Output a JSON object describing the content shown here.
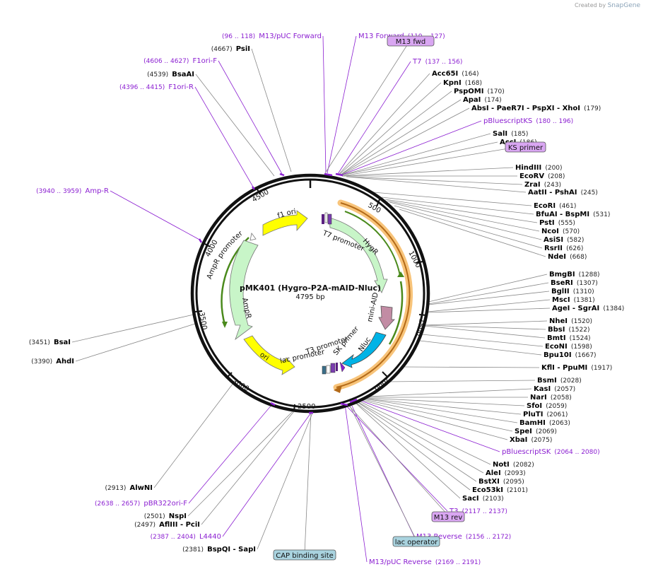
{
  "watermark": {
    "prefix": "Created by",
    "brand": "SnapGene"
  },
  "plasmid": {
    "name": "pMK401 (Hygro-P2A-mAID-Nluc)",
    "length": "4795 bp"
  },
  "ticks": [
    "500",
    "1000",
    "1500",
    "2000",
    "2500",
    "3000",
    "3500",
    "4000",
    "4500"
  ],
  "colors": {
    "primer": "#8b1fd1",
    "enzyme": "#000000",
    "coords": "#222222",
    "backbone": "#111111",
    "badge_primer": "#d9a6f2",
    "badge_feature": "#a9d3df"
  },
  "features": [
    {
      "id": "f1ori",
      "label": "f1 ori"
    },
    {
      "id": "amprprom",
      "label": "AmpR promoter"
    },
    {
      "id": "ampr",
      "label": "AmpR"
    },
    {
      "id": "ori",
      "label": "ori"
    },
    {
      "id": "lacprom",
      "label": "lac promoter"
    },
    {
      "id": "t3prom",
      "label": "T3 promoter"
    },
    {
      "id": "skprimer",
      "label": "SK primer"
    },
    {
      "id": "nluc",
      "label": "Nluc"
    },
    {
      "id": "miniaid",
      "label": "mini-AID"
    },
    {
      "id": "hygr",
      "label": "HygR"
    },
    {
      "id": "t7prom",
      "label": "T7 promoter"
    }
  ],
  "labels": [
    {
      "id": "m13puc_fwd",
      "coords": "(96 .. 118)",
      "name": "M13/pUC Forward",
      "kind": "primer"
    },
    {
      "id": "psi",
      "coords": "(4667)",
      "name": "PsiI",
      "kind": "enzyme"
    },
    {
      "id": "f1ori_f",
      "coords": "(4606 .. 4627)",
      "name": "F1ori-F",
      "kind": "primer"
    },
    {
      "id": "bsaai",
      "coords": "(4539)",
      "name": "BsaAI",
      "kind": "enzyme"
    },
    {
      "id": "f1ori_r",
      "coords": "(4396 .. 4415)",
      "name": "F1ori-R",
      "kind": "primer"
    },
    {
      "id": "ampr_p",
      "coords": "(3940 .. 3959)",
      "name": "Amp-R",
      "kind": "primer"
    },
    {
      "id": "bsai",
      "coords": "(3451)",
      "name": "BsaI",
      "kind": "enzyme"
    },
    {
      "id": "ahdi",
      "coords": "(3390)",
      "name": "AhdI",
      "kind": "enzyme"
    },
    {
      "id": "alwni",
      "coords": "(2913)",
      "name": "AlwNI",
      "kind": "enzyme"
    },
    {
      "id": "pbr322",
      "coords": "(2638 .. 2657)",
      "name": "pBR322ori-F",
      "kind": "primer"
    },
    {
      "id": "nspi",
      "coords": "(2501)",
      "name": "NspI",
      "kind": "enzyme"
    },
    {
      "id": "afliii",
      "coords": "(2497)",
      "name": "AflIII  - PciI",
      "kind": "enzyme"
    },
    {
      "id": "l4440",
      "coords": "(2387 .. 2404)",
      "name": "L4440",
      "kind": "primer"
    },
    {
      "id": "bspqi",
      "coords": "(2381)",
      "name": "BspQI  - SapI",
      "kind": "enzyme"
    },
    {
      "id": "m13fwd_p",
      "coords": "(110 .. 127)",
      "name": "M13 Forward",
      "kind": "primer",
      "first": "name"
    },
    {
      "id": "t7_p",
      "coords": "(137 .. 156)",
      "name": "T7",
      "kind": "primer",
      "first": "name"
    },
    {
      "id": "acc65i",
      "coords": "(164)",
      "name": "Acc65I",
      "kind": "enzyme",
      "first": "name"
    },
    {
      "id": "kpni",
      "coords": "(168)",
      "name": "KpnI",
      "kind": "enzyme",
      "first": "name"
    },
    {
      "id": "pspomi",
      "coords": "(170)",
      "name": "PspOMI",
      "kind": "enzyme",
      "first": "name"
    },
    {
      "id": "apai",
      "coords": "(174)",
      "name": "ApaI",
      "kind": "enzyme",
      "first": "name"
    },
    {
      "id": "absi",
      "coords": "(179)",
      "name": "AbsI  - PaeR7I  - PspXI  - XhoI",
      "kind": "enzyme",
      "first": "name"
    },
    {
      "id": "pbsks",
      "coords": "(180 .. 196)",
      "name": "pBluescriptKS",
      "kind": "primer",
      "first": "name"
    },
    {
      "id": "sali",
      "coords": "(185)",
      "name": "SalI",
      "kind": "enzyme",
      "first": "name"
    },
    {
      "id": "acci",
      "coords": "(186)",
      "name": "AccI",
      "kind": "enzyme",
      "first": "name"
    },
    {
      "id": "hindiii",
      "coords": "(200)",
      "name": "HindIII",
      "kind": "enzyme",
      "first": "name"
    },
    {
      "id": "ecorv",
      "coords": "(208)",
      "name": "EcoRV",
      "kind": "enzyme",
      "first": "name"
    },
    {
      "id": "zrai",
      "coords": "(243)",
      "name": "ZraI",
      "kind": "enzyme",
      "first": "name"
    },
    {
      "id": "aatii",
      "coords": "(245)",
      "name": "AatII  - PshAI",
      "kind": "enzyme",
      "first": "name"
    },
    {
      "id": "ecori",
      "coords": "(461)",
      "name": "EcoRI",
      "kind": "enzyme",
      "first": "name"
    },
    {
      "id": "bfuai",
      "coords": "(531)",
      "name": "BfuAI  - BspMI",
      "kind": "enzyme",
      "first": "name"
    },
    {
      "id": "psti",
      "coords": "(555)",
      "name": "PstI",
      "kind": "enzyme",
      "first": "name"
    },
    {
      "id": "ncoi",
      "coords": "(570)",
      "name": "NcoI",
      "kind": "enzyme",
      "first": "name"
    },
    {
      "id": "asisi",
      "coords": "(582)",
      "name": "AsiSI",
      "kind": "enzyme",
      "first": "name"
    },
    {
      "id": "rsrii",
      "coords": "(626)",
      "name": "RsrII",
      "kind": "enzyme",
      "first": "name"
    },
    {
      "id": "ndei",
      "coords": "(668)",
      "name": "NdeI",
      "kind": "enzyme",
      "first": "name"
    },
    {
      "id": "bmgbi",
      "coords": "(1288)",
      "name": "BmgBI",
      "kind": "enzyme",
      "first": "name"
    },
    {
      "id": "bseri",
      "coords": "(1307)",
      "name": "BseRI",
      "kind": "enzyme",
      "first": "name"
    },
    {
      "id": "bglii",
      "coords": "(1310)",
      "name": "BglII",
      "kind": "enzyme",
      "first": "name"
    },
    {
      "id": "msci",
      "coords": "(1381)",
      "name": "MscI",
      "kind": "enzyme",
      "first": "name"
    },
    {
      "id": "agei",
      "coords": "(1384)",
      "name": "AgeI  - SgrAI",
      "kind": "enzyme",
      "first": "name"
    },
    {
      "id": "nhei",
      "coords": "(1520)",
      "name": "NheI",
      "kind": "enzyme",
      "first": "name"
    },
    {
      "id": "bbsi",
      "coords": "(1522)",
      "name": "BbsI",
      "kind": "enzyme",
      "first": "name"
    },
    {
      "id": "bmti",
      "coords": "(1524)",
      "name": "BmtI",
      "kind": "enzyme",
      "first": "name"
    },
    {
      "id": "econi",
      "coords": "(1598)",
      "name": "EcoNI",
      "kind": "enzyme",
      "first": "name"
    },
    {
      "id": "bpu10i",
      "coords": "(1667)",
      "name": "Bpu10I",
      "kind": "enzyme",
      "first": "name"
    },
    {
      "id": "kfli",
      "coords": "(1917)",
      "name": "KflI  - PpuMI",
      "kind": "enzyme",
      "first": "name"
    },
    {
      "id": "bsmi",
      "coords": "(2028)",
      "name": "BsmI",
      "kind": "enzyme",
      "first": "name"
    },
    {
      "id": "kasi",
      "coords": "(2057)",
      "name": "KasI",
      "kind": "enzyme",
      "first": "name"
    },
    {
      "id": "nari",
      "coords": "(2058)",
      "name": "NarI",
      "kind": "enzyme",
      "first": "name"
    },
    {
      "id": "sfoi",
      "coords": "(2059)",
      "name": "SfoI",
      "kind": "enzyme",
      "first": "name"
    },
    {
      "id": "pluti",
      "coords": "(2061)",
      "name": "PluTI",
      "kind": "enzyme",
      "first": "name"
    },
    {
      "id": "bamhi",
      "coords": "(2063)",
      "name": "BamHI",
      "kind": "enzyme",
      "first": "name"
    },
    {
      "id": "spei",
      "coords": "(2069)",
      "name": "SpeI",
      "kind": "enzyme",
      "first": "name"
    },
    {
      "id": "xbai",
      "coords": "(2075)",
      "name": "XbaI",
      "kind": "enzyme",
      "first": "name"
    },
    {
      "id": "pbssk",
      "coords": "(2064 .. 2080)",
      "name": "pBluescriptSK",
      "kind": "primer",
      "first": "name"
    },
    {
      "id": "noti",
      "coords": "(2082)",
      "name": "NotI",
      "kind": "enzyme",
      "first": "name"
    },
    {
      "id": "alei",
      "coords": "(2093)",
      "name": "AleI",
      "kind": "enzyme",
      "first": "name"
    },
    {
      "id": "bstxi",
      "coords": "(2095)",
      "name": "BstXI",
      "kind": "enzyme",
      "first": "name"
    },
    {
      "id": "eco53ki",
      "coords": "(2101)",
      "name": "Eco53kI",
      "kind": "enzyme",
      "first": "name"
    },
    {
      "id": "saci",
      "coords": "(2103)",
      "name": "SacI",
      "kind": "enzyme",
      "first": "name"
    },
    {
      "id": "t3_p",
      "coords": "(2117 .. 2137)",
      "name": "T3",
      "kind": "primer",
      "first": "name"
    },
    {
      "id": "m13rev_p",
      "coords": "(2156 .. 2172)",
      "name": "M13 Reverse",
      "kind": "primer",
      "first": "name"
    },
    {
      "id": "m13puc_rev",
      "coords": "(2169 .. 2191)",
      "name": "M13/pUC Reverse",
      "kind": "primer",
      "first": "name"
    }
  ],
  "badges": [
    {
      "id": "m13fwd_badge",
      "text": "M13 fwd",
      "kind": "primer"
    },
    {
      "id": "ks_badge",
      "text": "KS primer",
      "kind": "primer"
    },
    {
      "id": "m13rev_badge",
      "text": "M13 rev",
      "kind": "primer"
    },
    {
      "id": "lacop_badge",
      "text": "lac operator",
      "kind": "feature"
    },
    {
      "id": "cap_badge",
      "text": "CAP binding site",
      "kind": "feature"
    }
  ]
}
